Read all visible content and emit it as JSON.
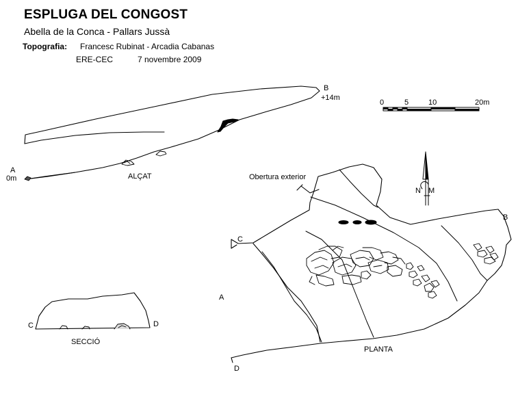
{
  "header": {
    "title": "ESPLUGA DEL CONGOST",
    "location": "Abella de la Conca - Pallars Jussà",
    "topography_label": "Topografia:",
    "topography_authors": "Francesc Rubinat - Arcadia Cabanas",
    "organization": "ERE-CEC",
    "date": "7 novembre 2009"
  },
  "profile": {
    "label": "ALÇAT",
    "point_a": "A",
    "point_a_depth": "0m",
    "point_b": "B",
    "point_b_depth": "+14m"
  },
  "cross_section": {
    "label": "SECCIÓ",
    "point_c": "C",
    "point_d": "D"
  },
  "plan": {
    "label": "PLANTA",
    "entrance_label": "Obertura exterior",
    "point_a": "A",
    "point_b": "B",
    "point_c": "C",
    "point_d": "D"
  },
  "scale_bar": {
    "ticks": [
      "0",
      "5",
      "10",
      "20m"
    ]
  },
  "north_arrow": {
    "n_label": "N",
    "m_label": "M"
  }
}
